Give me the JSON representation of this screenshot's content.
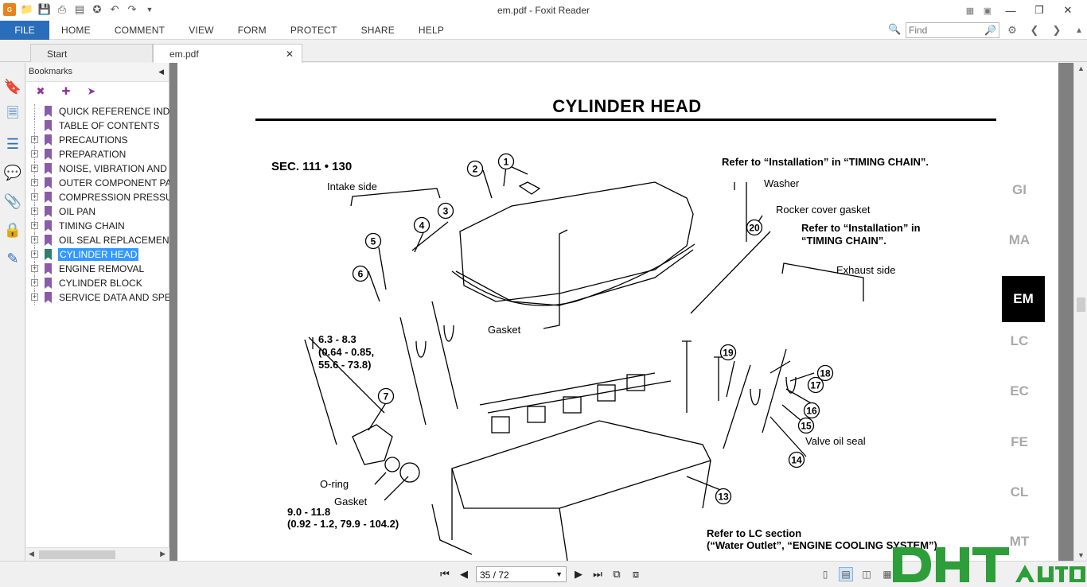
{
  "window": {
    "title": "em.pdf - Foxit Reader"
  },
  "ribbon": {
    "file": "FILE",
    "tabs": [
      "HOME",
      "COMMENT",
      "VIEW",
      "FORM",
      "PROTECT",
      "SHARE",
      "HELP"
    ],
    "find_placeholder": "Find"
  },
  "doc_tabs": {
    "start": "Start",
    "current": "em.pdf"
  },
  "bookmarks": {
    "header": "Bookmarks",
    "items": [
      {
        "label": "QUICK REFERENCE INDE",
        "expandable": false,
        "selected": false
      },
      {
        "label": "TABLE OF CONTENTS",
        "expandable": false,
        "selected": false
      },
      {
        "label": "PRECAUTIONS",
        "expandable": true,
        "selected": false
      },
      {
        "label": "PREPARATION",
        "expandable": true,
        "selected": false
      },
      {
        "label": "NOISE, VIBRATION AND",
        "expandable": true,
        "selected": false
      },
      {
        "label": "OUTER COMPONENT PA",
        "expandable": true,
        "selected": false
      },
      {
        "label": "COMPRESSION PRESSUR",
        "expandable": true,
        "selected": false
      },
      {
        "label": "OIL PAN",
        "expandable": true,
        "selected": false
      },
      {
        "label": "TIMING CHAIN",
        "expandable": true,
        "selected": false
      },
      {
        "label": "OIL SEAL REPLACEMENT",
        "expandable": true,
        "selected": false
      },
      {
        "label": "CYLINDER HEAD",
        "expandable": true,
        "selected": true
      },
      {
        "label": "ENGINE REMOVAL",
        "expandable": true,
        "selected": false
      },
      {
        "label": "CYLINDER BLOCK",
        "expandable": true,
        "selected": false
      },
      {
        "label": "SERVICE DATA AND SPE",
        "expandable": true,
        "selected": false
      }
    ]
  },
  "document": {
    "title": "CYLINDER HEAD",
    "section": "SEC. 111 • 130",
    "labels": {
      "intake_side": "Intake side",
      "exhaust_side": "Exhaust side",
      "refer_timing_1": "Refer to “Installation” in “TIMING CHAIN”.",
      "washer": "Washer",
      "rocker_gasket": "Rocker cover gasket",
      "refer_timing_2a": "Refer to “Installation” in",
      "refer_timing_2b": "“TIMING CHAIN”.",
      "gasket_top": "Gasket",
      "torque1_a": "6.3 - 8.3",
      "torque1_b": "(0.64 - 0.85,",
      "torque1_c": "55.6 - 73.8)",
      "oring": "O-ring",
      "gasket_bottom": "Gasket",
      "torque2_a": "9.0 - 11.8",
      "torque2_b": "(0.92 - 1.2, 79.9 - 104.2)",
      "valve_oil_seal": "Valve oil seal",
      "refer_lc": "Refer to LC section",
      "water_outlet": "(“Water Outlet”, “ENGINE COOLING SYSTEM”)"
    },
    "callouts": [
      "1",
      "2",
      "3",
      "4",
      "5",
      "6",
      "7",
      "13",
      "14",
      "15",
      "16",
      "17",
      "18",
      "19",
      "20"
    ],
    "side_index": [
      "GI",
      "MA",
      "EM",
      "LC",
      "EC",
      "FE",
      "CL",
      "MT"
    ],
    "active_index": "EM"
  },
  "status": {
    "page_display": "35 / 72"
  },
  "watermark": {
    "text": "DHT AUTO"
  }
}
